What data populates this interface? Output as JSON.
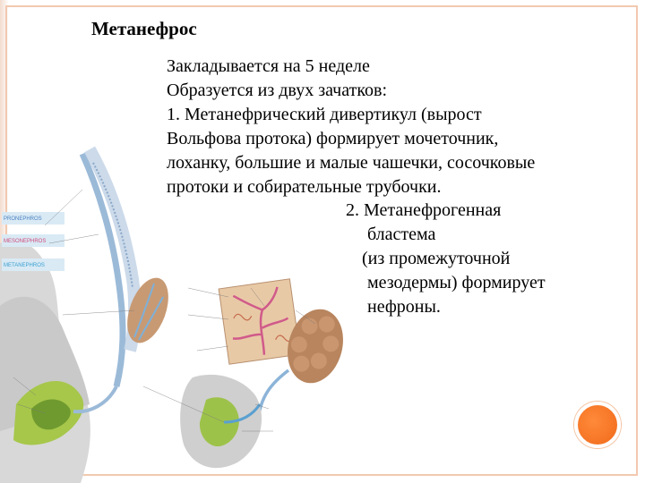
{
  "slide": {
    "title": "Метанефрос",
    "lines": [
      "Закладывается на 5 неделе",
      "Образуется из двух зачатков:",
      "1. Метанефрический дивертикул (вырост",
      "Вольфова протока) формирует мочеточник,",
      "лоханку, большие и малые чашечки, сосочковые",
      "протоки и собирательные трубочки."
    ],
    "right_lines": [
      "2. Метанефрогенная",
      "бластема",
      "(из промежуточной",
      "мезодермы) формирует",
      "нефроны."
    ]
  },
  "figure": {
    "stage_labels": [
      "PRONEPHROS",
      "MESONEPHROS",
      "METANEPHROS"
    ],
    "colors": {
      "pronephros": "#4a7fc0",
      "mesonephros": "#d04a7a",
      "metanephros": "#3a9fd0",
      "mesoderm": "#8fbf3f",
      "kidney": "#c89a73",
      "accent": "#f07a2a",
      "border": "#f2c9b0"
    }
  }
}
